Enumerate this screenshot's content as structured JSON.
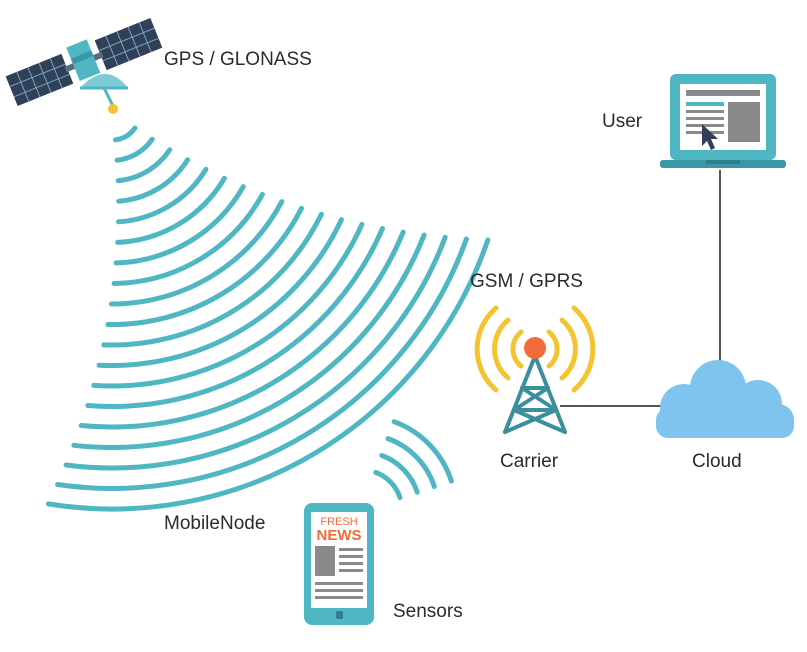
{
  "labels": {
    "gps": "GPS / GLONASS",
    "user": "User",
    "gsm": "GSM / GPRS",
    "carrier": "Carrier",
    "cloud": "Cloud",
    "mobile_node": "MobileNode",
    "sensors": "Sensors"
  },
  "phone_screen": {
    "line1": "FRESH",
    "line2": "NEWS"
  },
  "icons": [
    "satellite-icon",
    "laptop-icon",
    "cell-tower-icon",
    "cloud-icon",
    "smartphone-icon"
  ],
  "colors": {
    "teal": "#4fb6c4",
    "navy": "#2f4057",
    "yellow": "#f4c430",
    "orange": "#f26b3a",
    "cloud": "#7ec4ee",
    "line": "#555555",
    "text": "#2b2b2b"
  }
}
